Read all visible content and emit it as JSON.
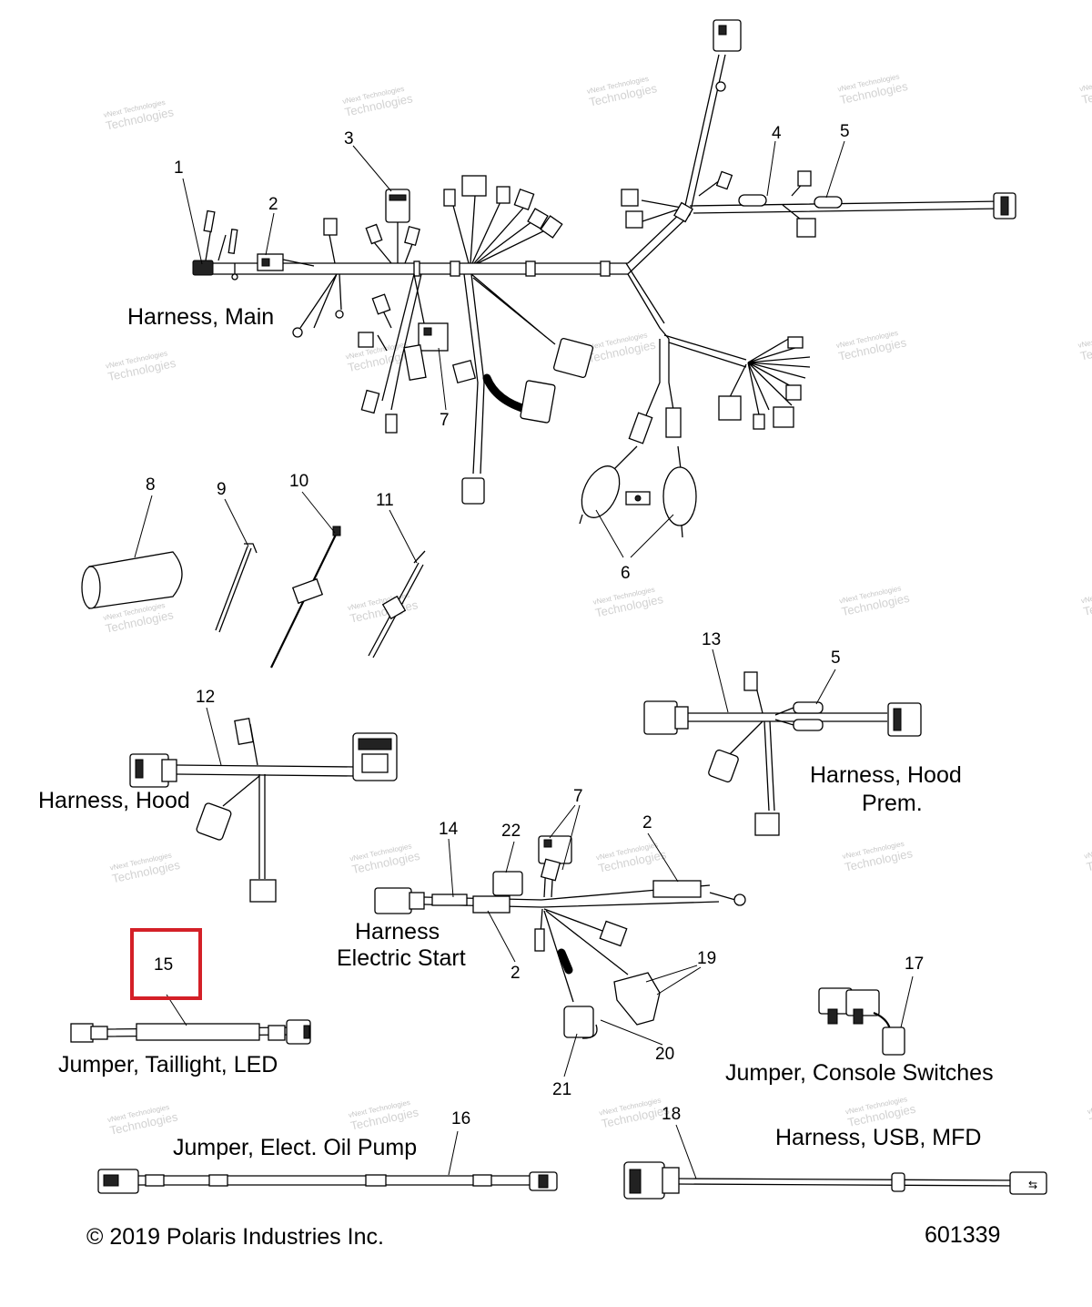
{
  "labels": {
    "harness_main": "Harness, Main",
    "harness_hood": "Harness, Hood",
    "harness_hood_prem_1": "Harness, Hood",
    "harness_hood_prem_2": "Prem.",
    "harness_electric_start_1": "Harness",
    "harness_electric_start_2": "Electric Start",
    "jumper_taillight": "Jumper, Taillight, LED",
    "jumper_console": "Jumper, Console Switches",
    "jumper_oil_pump": "Jumper, Elect. Oil Pump",
    "harness_usb": "Harness, USB, MFD"
  },
  "callouts": {
    "c1": "1",
    "c2a": "2",
    "c2b": "2",
    "c2c": "2",
    "c3": "3",
    "c4": "4",
    "c5a": "5",
    "c5b": "5",
    "c6": "6",
    "c7a": "7",
    "c7b": "7",
    "c8": "8",
    "c9": "9",
    "c10": "10",
    "c11": "11",
    "c12": "12",
    "c13": "13",
    "c14": "14",
    "c15": "15",
    "c16": "16",
    "c17": "17",
    "c18": "18",
    "c19": "19",
    "c20": "20",
    "c21": "21",
    "c22": "22"
  },
  "watermark": {
    "line1": "vNext Technologies",
    "line2": "Technologies"
  },
  "footer": {
    "copyright": "© 2019 Polaris Industries Inc.",
    "diagram_number": "601339"
  },
  "highlight": {
    "color": "#d42027",
    "target": "15"
  }
}
